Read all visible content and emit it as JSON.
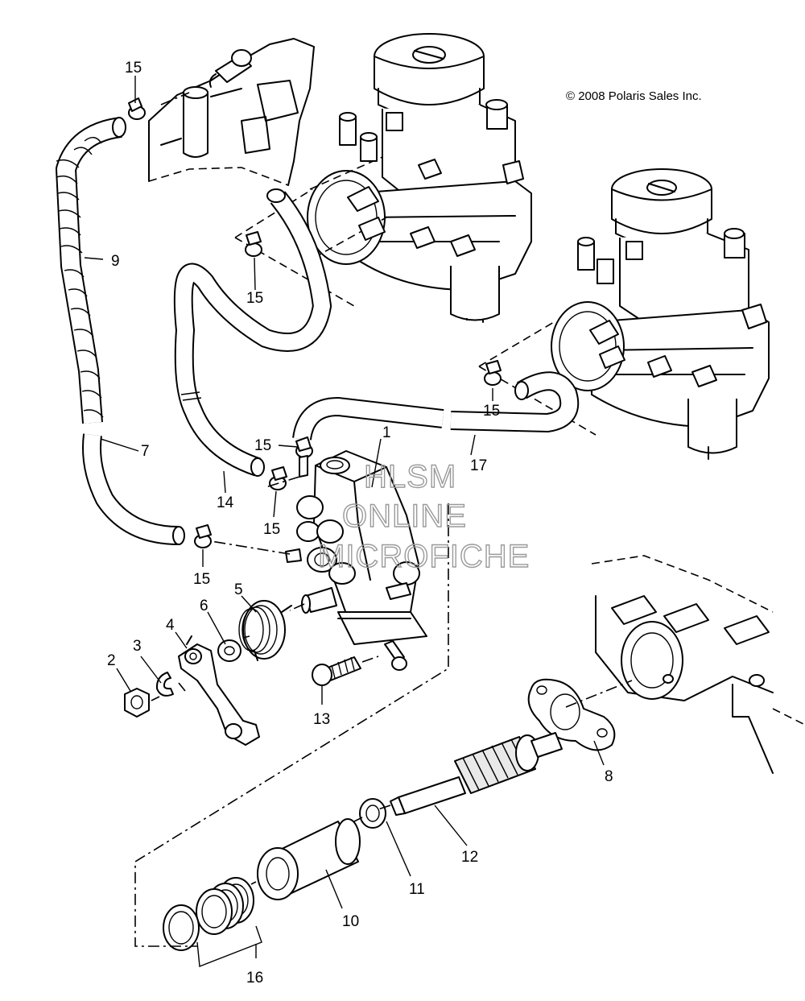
{
  "copyright": "© 2008 Polaris Sales Inc.",
  "watermark": [
    "HLSM",
    "ONLINE",
    "MICROFICHE"
  ],
  "callouts": {
    "c1": "1",
    "c2": "2",
    "c3": "3",
    "c4": "4",
    "c5": "5",
    "c6": "6",
    "c7": "7",
    "c8": "8",
    "c9": "9",
    "c10": "10",
    "c11": "11",
    "c12": "12",
    "c13": "13",
    "c14": "14",
    "c15a": "15",
    "c15b": "15",
    "c15c": "15",
    "c15d": "15",
    "c15e": "15",
    "c15f": "15",
    "c16": "16",
    "c17": "17"
  }
}
